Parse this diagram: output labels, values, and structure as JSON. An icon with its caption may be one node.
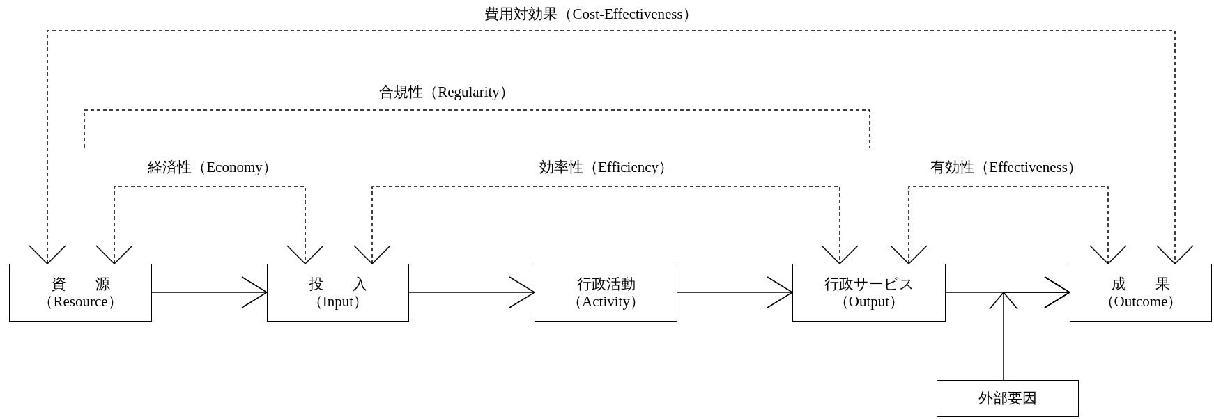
{
  "diagram": {
    "nodes": [
      {
        "text": [
          "資　　源",
          "（Resource）"
        ]
      },
      {
        "text": [
          "投　　入",
          "（Input）"
        ]
      },
      {
        "text": [
          "行政活動",
          "（Activity）"
        ]
      },
      {
        "text": [
          "行政サービス",
          "（Output）"
        ]
      },
      {
        "text": [
          "成　　果",
          "（Outcome）"
        ]
      },
      {
        "text": [
          "外部要因"
        ]
      }
    ],
    "edges": [
      {
        "from": 0,
        "to": 1,
        "arrow": "to"
      },
      {
        "from": 1,
        "to": 2,
        "arrow": "to"
      },
      {
        "from": 2,
        "to": 3,
        "arrow": "to"
      },
      {
        "from": 3,
        "to": 4,
        "arrow": "to"
      },
      {
        "from": 5,
        "to": 4,
        "arrow": "to"
      },
      {
        "from": 0,
        "to": 1,
        "arrow": "both",
        "style": "dashed",
        "label": "経済性（Economy）"
      },
      {
        "from": 1,
        "to": 3,
        "arrow": "both",
        "style": "dashed",
        "label": "効率性（Efficiency）"
      },
      {
        "from": 3,
        "to": 4,
        "arrow": "both",
        "style": "dashed",
        "label": "有効性（Effectiveness）"
      },
      {
        "from": 0,
        "to": 4,
        "arrow": "both",
        "style": "dashed",
        "label": "費用対効果（Cost-Effectiveness）"
      }
    ],
    "labels": [
      "合規性（Regularity）"
    ]
  }
}
